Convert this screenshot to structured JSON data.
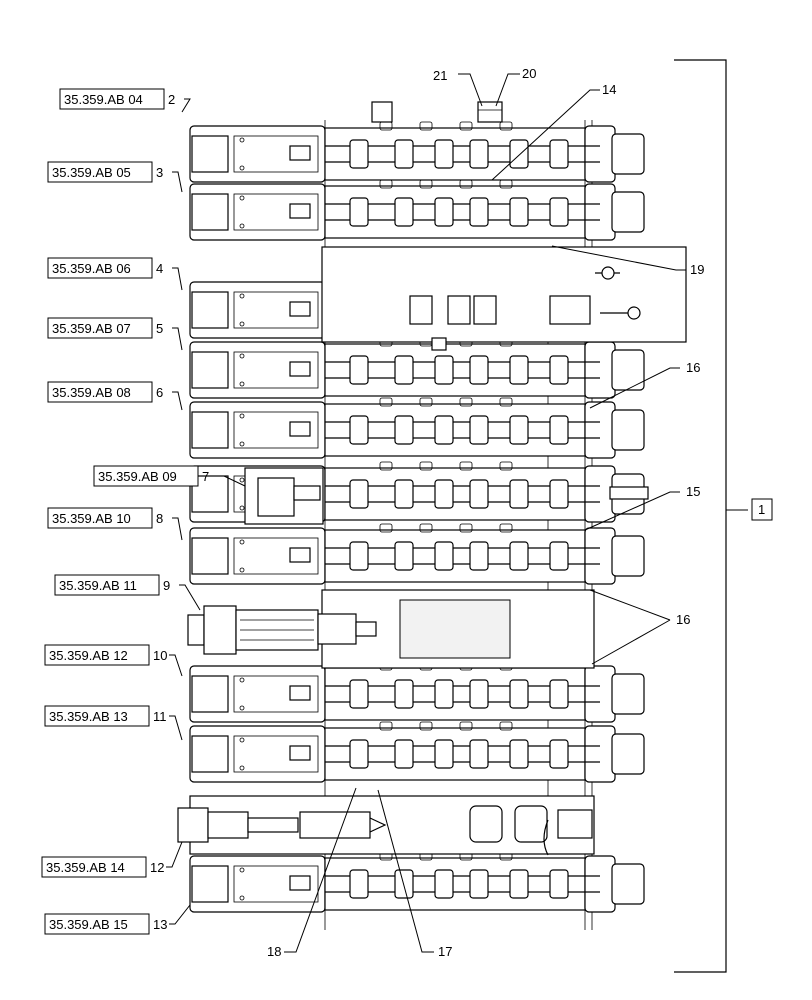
{
  "colors": {
    "line": "#000000",
    "background": "#ffffff"
  },
  "refs": [
    {
      "code": "35.359.AB 04",
      "item": "2"
    },
    {
      "code": "35.359.AB 05",
      "item": "3"
    },
    {
      "code": "35.359.AB 06",
      "item": "4"
    },
    {
      "code": "35.359.AB 07",
      "item": "5"
    },
    {
      "code": "35.359.AB 08",
      "item": "6"
    },
    {
      "code": "35.359.AB 09",
      "item": "7"
    },
    {
      "code": "35.359.AB 10",
      "item": "8"
    },
    {
      "code": "35.359.AB 11",
      "item": "9"
    },
    {
      "code": "35.359.AB 12",
      "item": "10"
    },
    {
      "code": "35.359.AB 13",
      "item": "11"
    },
    {
      "code": "35.359.AB 14",
      "item": "12"
    },
    {
      "code": "35.359.AB 15",
      "item": "13"
    }
  ],
  "callouts": {
    "c21": "21",
    "c20": "20",
    "c14": "14",
    "c19": "19",
    "c16a": "16",
    "c15": "15",
    "c16b": "16",
    "c18": "18",
    "c17": "17"
  },
  "assembly": {
    "item": "1"
  }
}
